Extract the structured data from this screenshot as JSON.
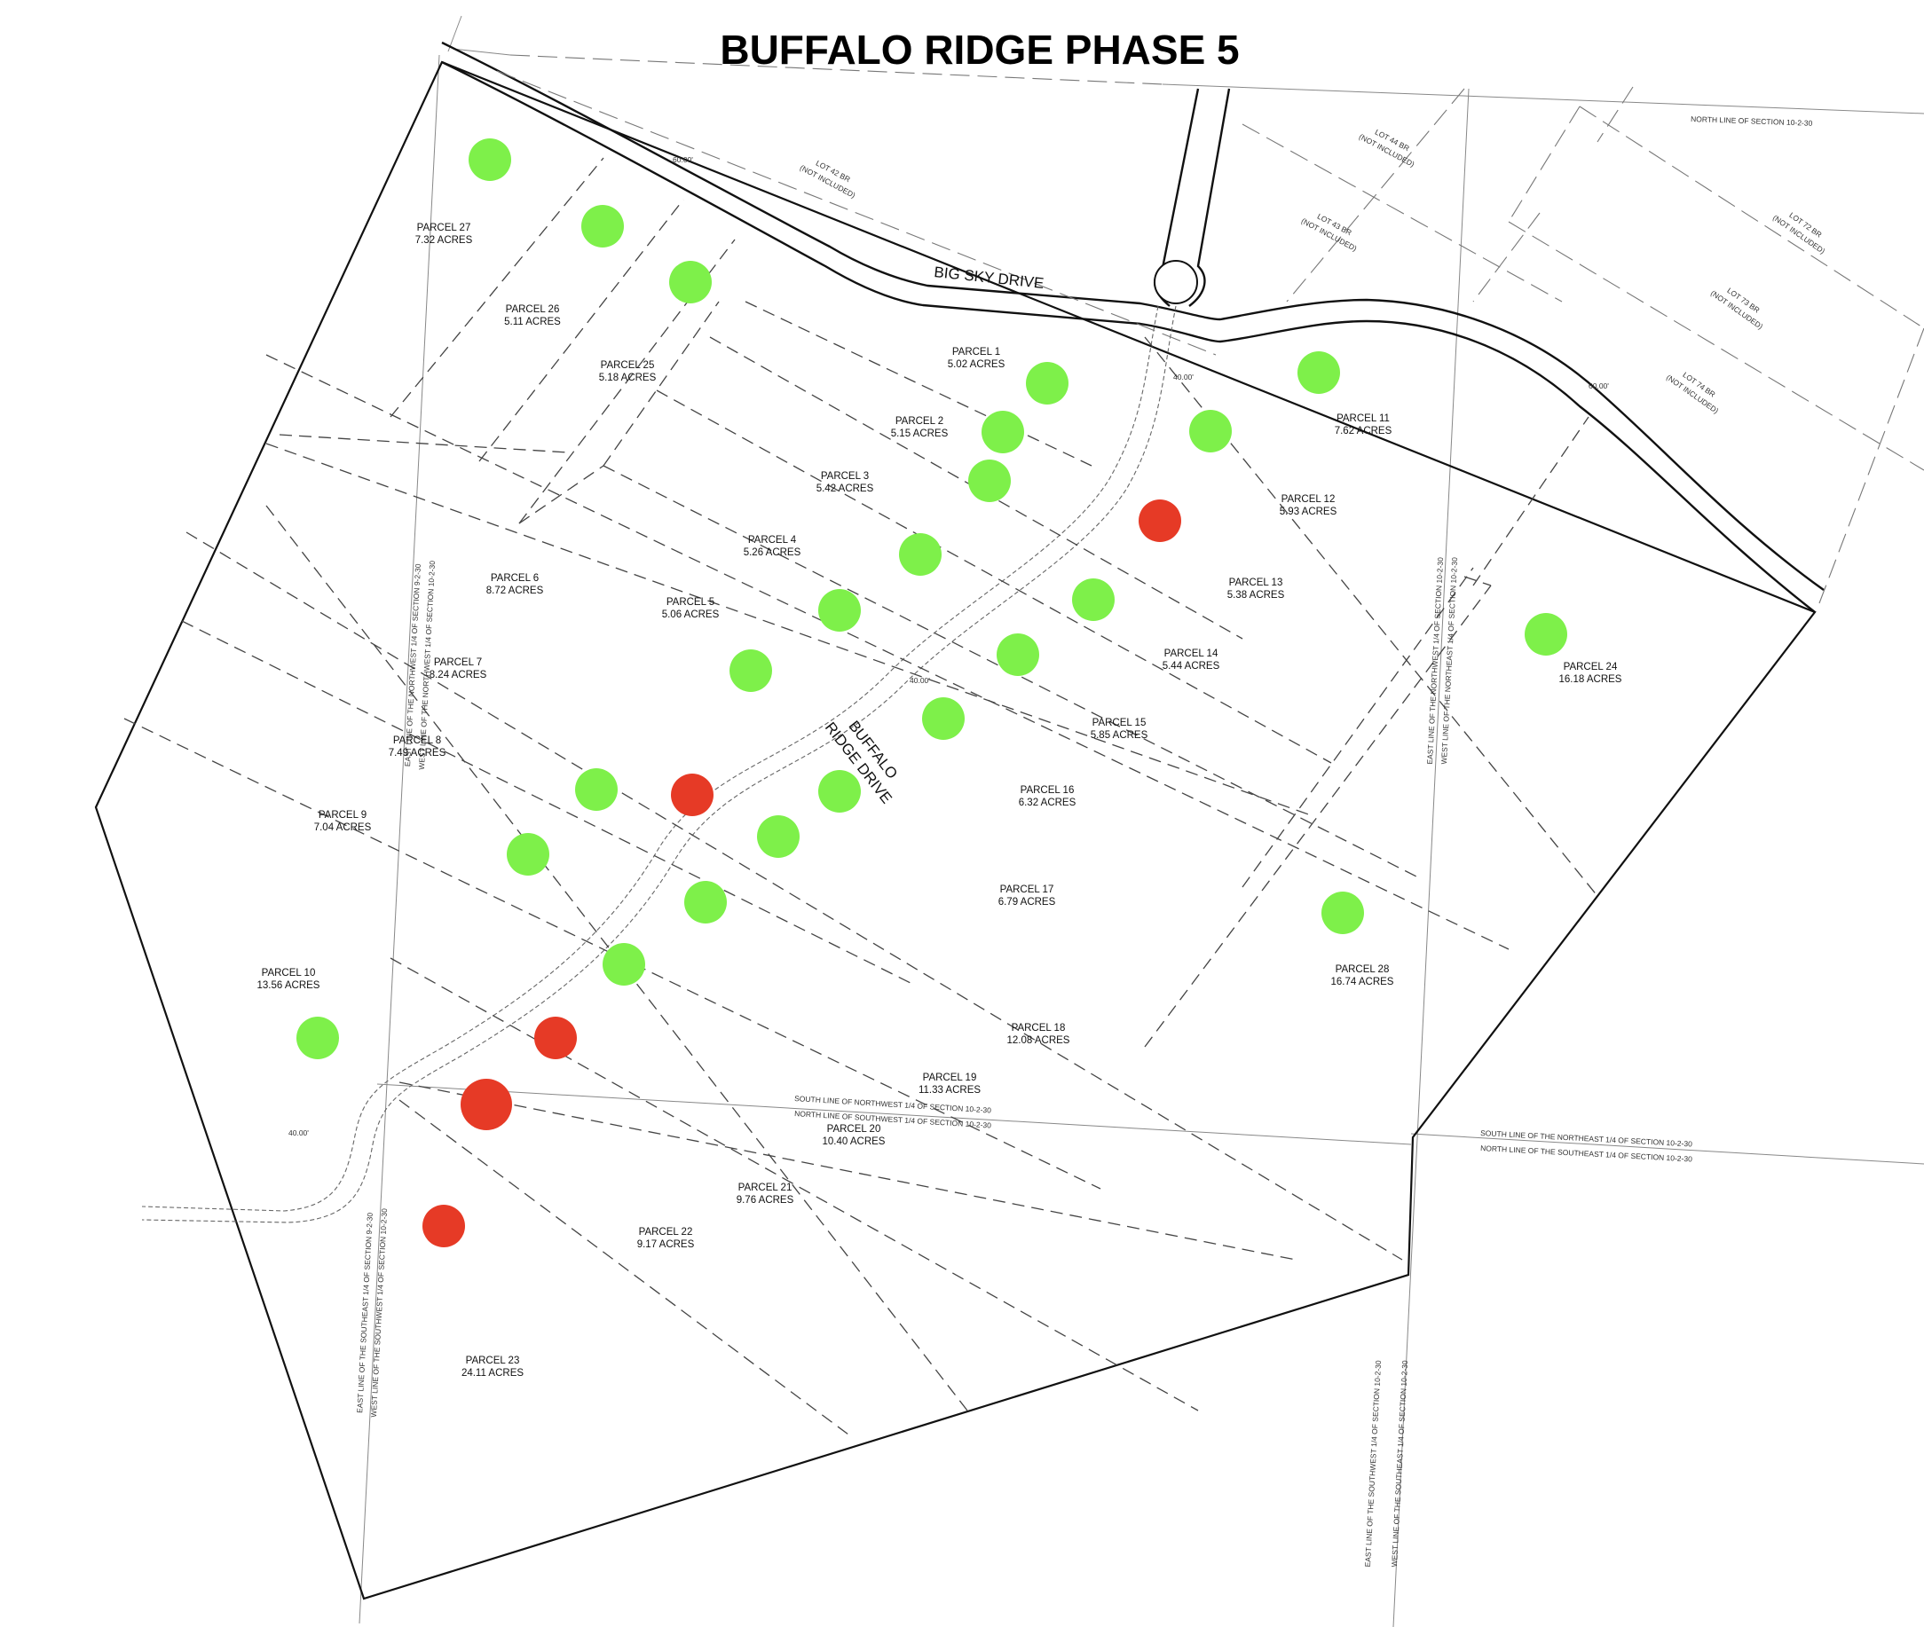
{
  "title": "BUFFALO RIDGE PHASE 5",
  "colors": {
    "available": "#7ef04a",
    "sold": "#e63a26",
    "line": "#111111"
  },
  "roads": {
    "big_sky": "BIG SKY DRIVE",
    "buffalo_ridge_1": "BUFFALO",
    "buffalo_ridge_2": "RIDGE DRIVE"
  },
  "dims": {
    "d60a": "60.00'",
    "d40a": "40.00'",
    "d40b": "40.00'",
    "d40c": "40.00'",
    "d60b": "60.00'"
  },
  "parcels": [
    {
      "label": "PARCEL 1",
      "acres": "5.02 ACRES",
      "status": "available"
    },
    {
      "label": "PARCEL 2",
      "acres": "5.15 ACRES",
      "status": "available"
    },
    {
      "label": "PARCEL 3",
      "acres": "5.42 ACRES",
      "status": "available"
    },
    {
      "label": "PARCEL 4",
      "acres": "5.26 ACRES",
      "status": "available"
    },
    {
      "label": "PARCEL 5",
      "acres": "5.06 ACRES",
      "status": "available"
    },
    {
      "label": "PARCEL 6",
      "acres": "8.72 ACRES",
      "status": "available"
    },
    {
      "label": "PARCEL 7",
      "acres": "8.24 ACRES",
      "status": "sold"
    },
    {
      "label": "PARCEL 8",
      "acres": "7.49 ACRES",
      "status": "available"
    },
    {
      "label": "PARCEL 9",
      "acres": "7.04 ACRES",
      "status": "available"
    },
    {
      "label": "PARCEL 10",
      "acres": "13.56 ACRES",
      "status": "available"
    },
    {
      "label": "PARCEL 11",
      "acres": "7.62 ACRES",
      "status": "available"
    },
    {
      "label": "PARCEL 12",
      "acres": "5.93 ACRES",
      "status": "available"
    },
    {
      "label": "PARCEL 13",
      "acres": "5.38 ACRES",
      "status": "sold"
    },
    {
      "label": "PARCEL 14",
      "acres": "5.44 ACRES",
      "status": "available"
    },
    {
      "label": "PARCEL 15",
      "acres": "5.85 ACRES",
      "status": "available"
    },
    {
      "label": "PARCEL 16",
      "acres": "6.32 ACRES",
      "status": "available"
    },
    {
      "label": "PARCEL 17",
      "acres": "6.79 ACRES",
      "status": "available"
    },
    {
      "label": "PARCEL 18",
      "acres": "12.08 ACRES",
      "status": "available"
    },
    {
      "label": "PARCEL 19",
      "acres": "11.33 ACRES",
      "status": "available"
    },
    {
      "label": "PARCEL 20",
      "acres": "10.40 ACRES",
      "status": "available"
    },
    {
      "label": "PARCEL 21",
      "acres": "9.76 ACRES",
      "status": "sold"
    },
    {
      "label": "PARCEL 22",
      "acres": "9.17 ACRES",
      "status": "sold"
    },
    {
      "label": "PARCEL 23",
      "acres": "24.11 ACRES",
      "status": "sold"
    },
    {
      "label": "PARCEL 24",
      "acres": "16.18 ACRES",
      "status": "available"
    },
    {
      "label": "PARCEL 25",
      "acres": "5.18 ACRES",
      "status": "available"
    },
    {
      "label": "PARCEL 26",
      "acres": "5.11 ACRES",
      "status": "available"
    },
    {
      "label": "PARCEL 27",
      "acres": "7.32 ACRES",
      "status": "available"
    },
    {
      "label": "PARCEL 28",
      "acres": "16.74 ACRES",
      "status": "available"
    }
  ],
  "lots": [
    {
      "label": "LOT 42 BR",
      "note": "(NOT INCLUDED)"
    },
    {
      "label": "LOT 43 BR",
      "note": "(NOT INCLUDED)"
    },
    {
      "label": "LOT 44 BR",
      "note": "(NOT INCLUDED)"
    },
    {
      "label": "LOT 72 BR",
      "note": "(NOT INCLUDED)"
    },
    {
      "label": "LOT 73 BR",
      "note": "(NOT INCLUDED)"
    },
    {
      "label": "LOT 74 BR",
      "note": "(NOT INCLUDED)"
    }
  ],
  "section_notes": {
    "north_line": "NORTH LINE OF SECTION 10-2-30",
    "south_ne_quarter": "SOUTH LINE OF THE NORTHEAST 1/4 OF SECTION 10-2-30",
    "north_se_quarter": "NORTH LINE OF THE SOUTHEAST 1/4 OF SECTION 10-2-30",
    "south_nw_quarter": "SOUTH LINE OF NORTHWEST 1/4 OF SECTION 10-2-30",
    "north_sw_quarter": "NORTH LINE OF SOUTHWEST 1/4 OF SECTION 10-2-30",
    "east_nw_9": "EAST LINE OF THE NORTHWEST 1/4 OF SECTION 9-2-30",
    "west_nw_10": "WEST LINE OF THE NORTHWEST 1/4 OF SECTION 10-2-30",
    "east_nw_10": "EAST LINE OF THE NORTHWEST 1/4 OF SECTION 10-2-30",
    "west_ne_10": "WEST LINE OF THE NORTHEAST 1/4 OF SECTION 10-2-30",
    "east_se_9": "EAST LINE OF THE SOUTHEAST 1/4 OF SECTION 9-2-30",
    "west_sw_10": "WEST LINE OF THE SOUTHWEST 1/4 OF SECTION 10-2-30",
    "east_sw_10": "EAST LINE OF THE SOUTHWEST 1/4 OF SECTION 10-2-30",
    "west_se_10": "WEST LINE OF THE SOUTHEAST 1/4 OF SECTION 10-2-30"
  }
}
